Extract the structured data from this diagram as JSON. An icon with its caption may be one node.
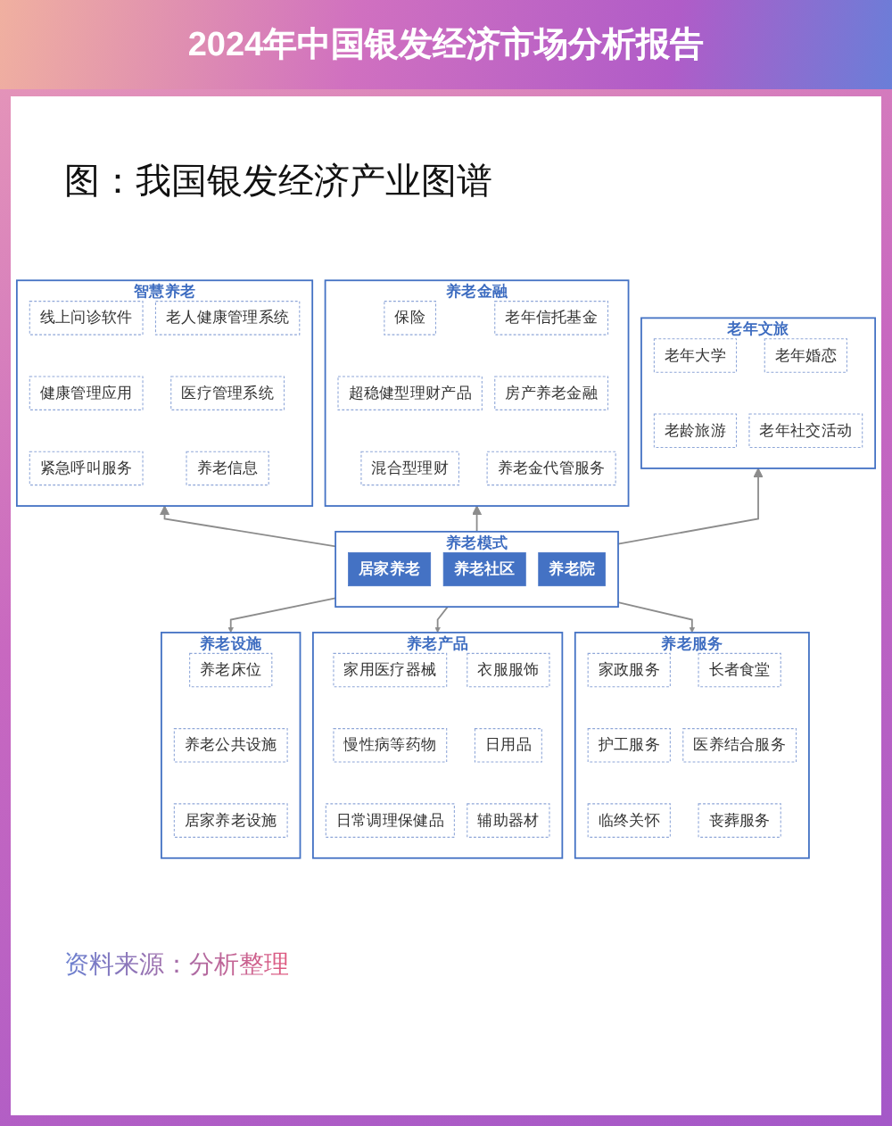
{
  "diagram": {
    "title": "2024年中国银发经济市场分析报告",
    "nodes": [
      {
        "text": [
          "智慧养老"
        ]
      },
      {
        "text": [
          "线上问诊软件"
        ],
        "in": 0
      },
      {
        "text": [
          "老人健康管理系统"
        ],
        "in": 0
      },
      {
        "text": [
          "健康管理应用"
        ],
        "in": 0
      },
      {
        "text": [
          "医疗管理系统"
        ],
        "in": 0
      },
      {
        "text": [
          "紧急呼叫服务"
        ],
        "in": 0
      },
      {
        "text": [
          "养老信息"
        ],
        "in": 0
      },
      {
        "text": [
          "养老金融"
        ]
      },
      {
        "text": [
          "保险"
        ],
        "in": 7
      },
      {
        "text": [
          "老年信托基金"
        ],
        "in": 7
      },
      {
        "text": [
          "超稳健型理财产品"
        ],
        "in": 7
      },
      {
        "text": [
          "房产养老金融"
        ],
        "in": 7
      },
      {
        "text": [
          "混合型理财"
        ],
        "in": 7
      },
      {
        "text": [
          "养老金代管服务"
        ],
        "in": 7
      },
      {
        "text": [
          "老年文旅"
        ]
      },
      {
        "text": [
          "老年大学"
        ],
        "in": 14
      },
      {
        "text": [
          "老年婚恋"
        ],
        "in": 14
      },
      {
        "text": [
          "老龄旅游"
        ],
        "in": 14
      },
      {
        "text": [
          "老年社交活动"
        ],
        "in": 14
      },
      {
        "text": [
          "养老模式"
        ]
      },
      {
        "text": [
          "居家养老"
        ],
        "in": 19
      },
      {
        "text": [
          "养老社区"
        ],
        "in": 19
      },
      {
        "text": [
          "养老院"
        ],
        "in": 19
      },
      {
        "text": [
          "养老设施"
        ]
      },
      {
        "text": [
          "养老床位"
        ],
        "in": 23
      },
      {
        "text": [
          "养老公共设施"
        ],
        "in": 23
      },
      {
        "text": [
          "居家养老设施"
        ],
        "in": 23
      },
      {
        "text": [
          "养老产品"
        ]
      },
      {
        "text": [
          "家用医疗器械"
        ],
        "in": 27
      },
      {
        "text": [
          "衣服服饰"
        ],
        "in": 27
      },
      {
        "text": [
          "慢性病等药物"
        ],
        "in": 27
      },
      {
        "text": [
          "日用品"
        ],
        "in": 27
      },
      {
        "text": [
          "日常调理保健品"
        ],
        "in": 27
      },
      {
        "text": [
          "辅助器材"
        ],
        "in": 27
      },
      {
        "text": [
          "养老服务"
        ]
      },
      {
        "text": [
          "家政服务"
        ],
        "in": 34
      },
      {
        "text": [
          "长者食堂"
        ],
        "in": 34
      },
      {
        "text": [
          "护工服务"
        ],
        "in": 34
      },
      {
        "text": [
          "医养结合服务"
        ],
        "in": 34
      },
      {
        "text": [
          "临终关怀"
        ],
        "in": 34
      },
      {
        "text": [
          "丧葬服务"
        ],
        "in": 34
      }
    ],
    "edges": [
      {
        "from": 19,
        "to": 0,
        "arrow": "to"
      },
      {
        "from": 19,
        "to": 7,
        "arrow": "to"
      },
      {
        "from": 19,
        "to": 14,
        "arrow": "to"
      },
      {
        "from": 19,
        "to": 23,
        "arrow": "to"
      },
      {
        "from": 19,
        "to": 27,
        "arrow": "to"
      },
      {
        "from": 19,
        "to": 34,
        "arrow": "to"
      }
    ],
    "labels": [
      "图：我国银发经济产业图谱",
      "资料来源：分析整理"
    ]
  }
}
